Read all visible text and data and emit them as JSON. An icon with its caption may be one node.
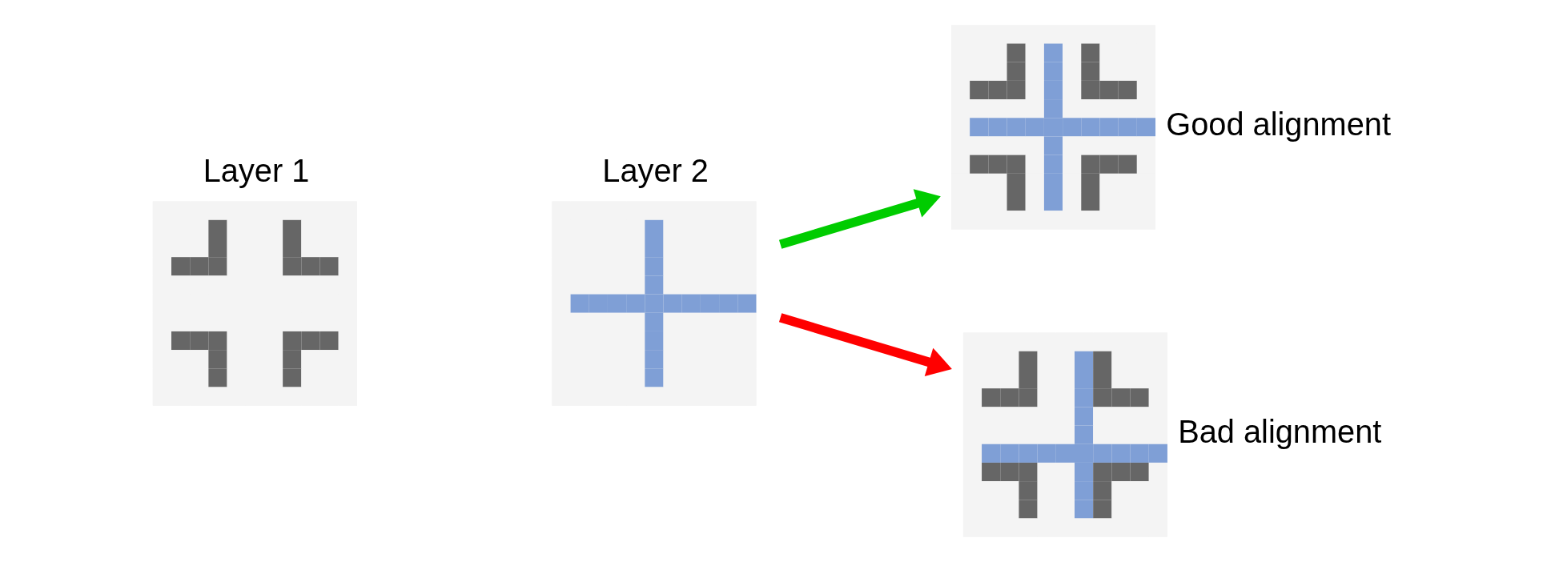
{
  "diagram": {
    "nodes": [
      {
        "text": [
          "Layer 1"
        ]
      },
      {
        "text": [
          "Layer 2"
        ]
      },
      {
        "text": [],
        "shape": "picture",
        "beside": [
          "Good alignment"
        ]
      },
      {
        "text": [],
        "shape": "picture",
        "beside": [
          "Bad alignment"
        ]
      }
    ],
    "edges": [
      {
        "from": 1,
        "to": 2,
        "arrow": "to",
        "color": "#00cc00"
      },
      {
        "from": 1,
        "to": 3,
        "arrow": "to",
        "color": "#ff0000"
      }
    ]
  }
}
